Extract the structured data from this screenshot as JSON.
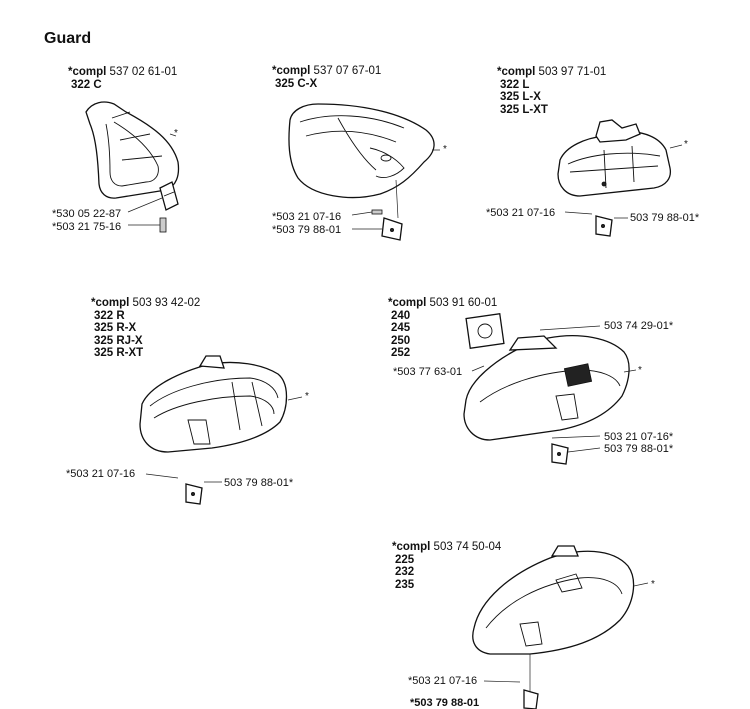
{
  "title": "Guard",
  "groups": [
    {
      "id": "g1",
      "compl_label": "*compl",
      "compl_number": "537 02 61-01",
      "models": [
        "322 C"
      ],
      "parts": [
        "*530 05 22-87",
        "*503 21 75-16"
      ],
      "star": "*"
    },
    {
      "id": "g2",
      "compl_label": "*compl",
      "compl_number": "537 07 67-01",
      "models": [
        "325 C-X"
      ],
      "parts": [
        "*503 21 07-16",
        "*503 79 88-01"
      ],
      "star": "*"
    },
    {
      "id": "g3",
      "compl_label": "*compl",
      "compl_number": "503 97 71-01",
      "models": [
        "322 L",
        "325 L-X",
        "325 L-XT"
      ],
      "parts": [
        "*503 21 07-16",
        "503 79 88-01*"
      ],
      "star": "*"
    },
    {
      "id": "g4",
      "compl_label": "*compl",
      "compl_number": "503 93 42-02",
      "models": [
        "322 R",
        "325 R-X",
        "325 RJ-X",
        "325 R-XT"
      ],
      "parts": [
        "*503 21 07-16",
        "503 79 88-01*"
      ],
      "star": "*"
    },
    {
      "id": "g5",
      "compl_label": "*compl",
      "compl_number": "503 91 60-01",
      "models": [
        "240",
        "245",
        "250",
        "252"
      ],
      "parts": [
        "503 74 29-01*",
        "*503 77 63-01",
        "503 21 07-16*",
        "503 79 88-01*"
      ],
      "star": "*"
    },
    {
      "id": "g6",
      "compl_label": "*compl",
      "compl_number": "503 74 50-04",
      "models": [
        "225",
        "232",
        "235"
      ],
      "parts": [
        "*503 21 07-16",
        "*503 79 88-01"
      ],
      "star": "*"
    }
  ]
}
